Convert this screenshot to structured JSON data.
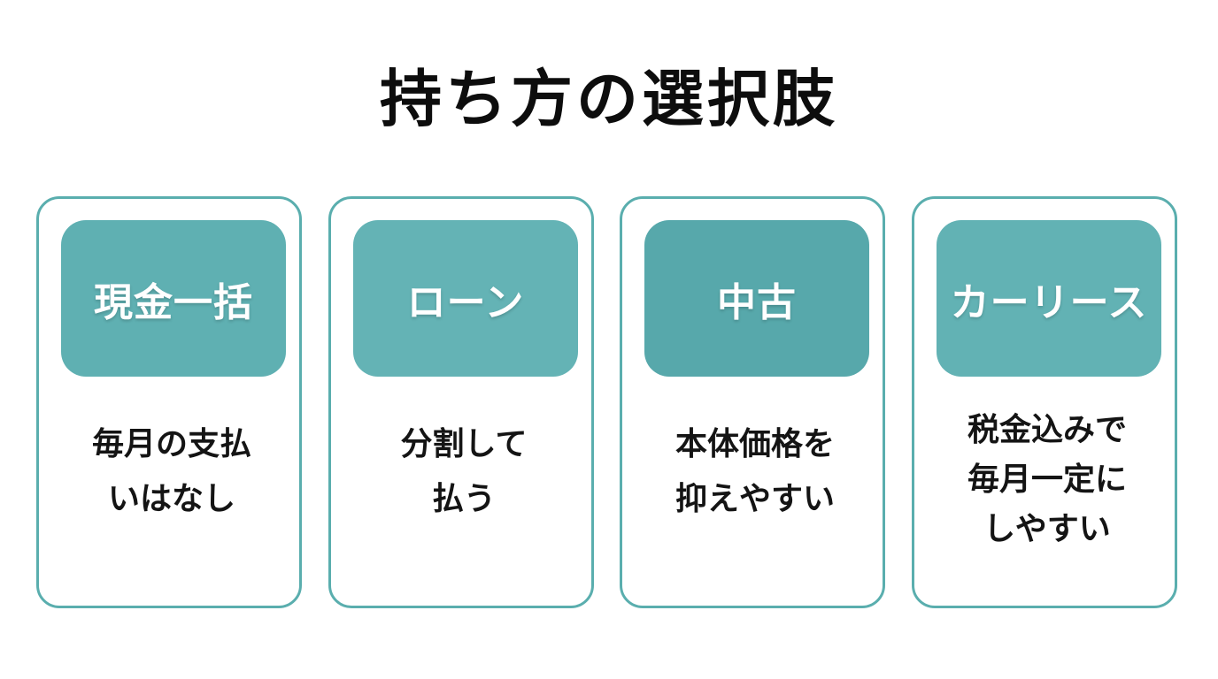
{
  "title": "持ち方の選択肢",
  "colors": {
    "accent": "#5fb0b2",
    "border": "#5aaeae",
    "label_text": "#ffffff",
    "text": "#141414"
  },
  "cards": [
    {
      "label": "現金一括",
      "desc_lines": [
        "毎月の支払",
        "いはなし"
      ]
    },
    {
      "label": "ローン",
      "desc_lines": [
        "分割して",
        "払う"
      ]
    },
    {
      "label": "中古",
      "desc_lines": [
        "本体価格を",
        "抑えやすい"
      ]
    },
    {
      "label": "カーリース",
      "desc_lines": [
        "税金込みで",
        "毎月一定に",
        "しやすい"
      ]
    }
  ]
}
